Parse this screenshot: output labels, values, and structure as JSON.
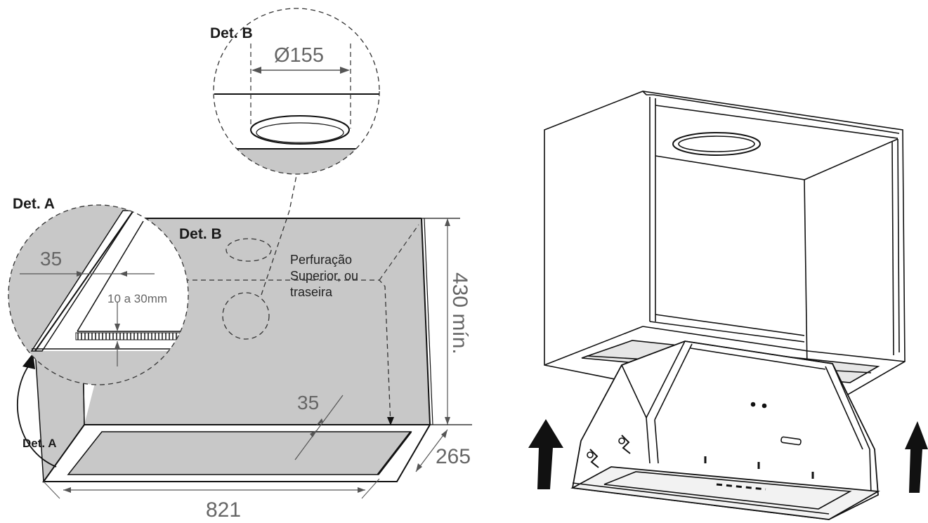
{
  "colors": {
    "panel_gray": "#c8c8c8",
    "line": "#111111",
    "dimension_text": "#666666",
    "arrow_fill": "#111111"
  },
  "left_drawing": {
    "detail_b_title": "Det. B",
    "detail_b_diameter": "Ø155",
    "detail_a_title": "Det. A",
    "detail_a_width": "35",
    "detail_a_gap": "10 a 30mm",
    "panel_detail_b_label": "Det. B",
    "drilling_note": [
      "Perfuração",
      "Superior, ou",
      "traseira"
    ],
    "height_label": "430 mín.",
    "frame_width_label": "35",
    "depth_label": "265",
    "length_label": "821",
    "small_detail_a_label": "Det. A"
  },
  "right_drawing": {
    "arrow_icons": [
      "up-arrow-icon",
      "up-arrow-icon"
    ]
  }
}
